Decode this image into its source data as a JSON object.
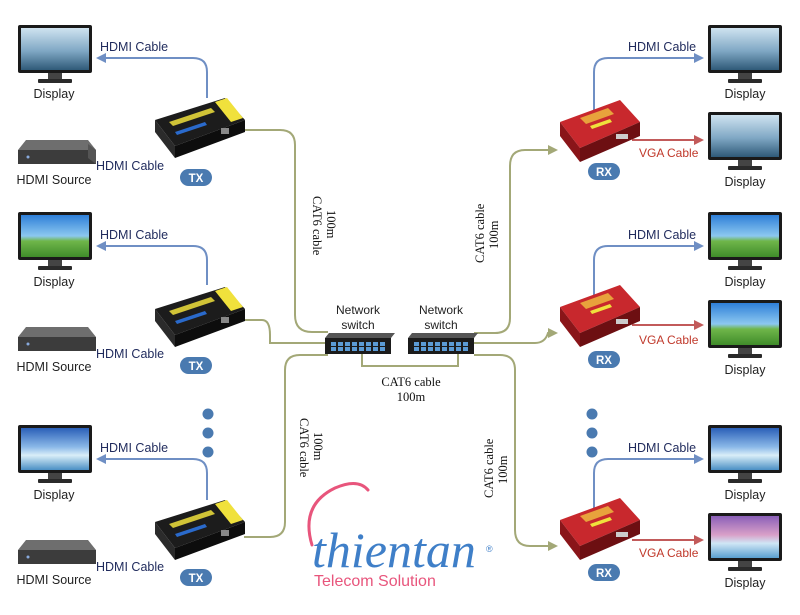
{
  "labels": {
    "display": "Display",
    "hdmi_source": "HDMI Source",
    "hdmi_cable": "HDMI Cable",
    "vga_cable": "VGA Cable",
    "tx": "TX",
    "rx": "RX",
    "network_switch_line1": "Network",
    "network_switch_line2": "switch",
    "cat6_line1": "CAT6 cable",
    "cat6_line2": "100m"
  },
  "logo": {
    "name": "thientan",
    "registered": "®",
    "tagline": "Telecom Solution"
  },
  "colors": {
    "hdmi_line": "#6f8fc4",
    "vga_line": "#c25a5a",
    "cat6_line": "#a3a877",
    "badge": "#4a7ab0",
    "tx_device": "#f0e13c",
    "rx_device": "#c8282d",
    "logo_blue": "#3f7fc8",
    "logo_pink": "#e8557c"
  }
}
